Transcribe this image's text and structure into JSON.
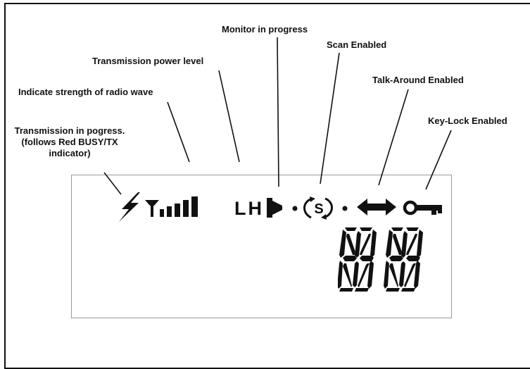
{
  "colors": {
    "ink": "#111111",
    "frame": "#111111",
    "lcd_border": "#9a9a9a",
    "background": "#ffffff"
  },
  "labels": {
    "tx_line1": "Transmission in pogress.",
    "tx_line2": "(follows Red BUSY/TX",
    "tx_line3": "indicator)",
    "signal": "Indicate strength of radio wave",
    "power": "Transmission power level",
    "monitor": "Monitor in progress",
    "scan": "Scan Enabled",
    "talkaround": "Talk-Around Enabled",
    "keylock": "Key-Lock Enabled"
  },
  "lcd": {
    "power_text": "LH",
    "scan_letter": "S",
    "digits": "88",
    "icons": [
      "lightning-bolt-icon",
      "antenna-icon",
      "signal-bars-icon",
      "monitor-speaker-icon",
      "scan-icon",
      "double-arrow-icon",
      "key-icon",
      "sixteen-segment-digit"
    ]
  }
}
